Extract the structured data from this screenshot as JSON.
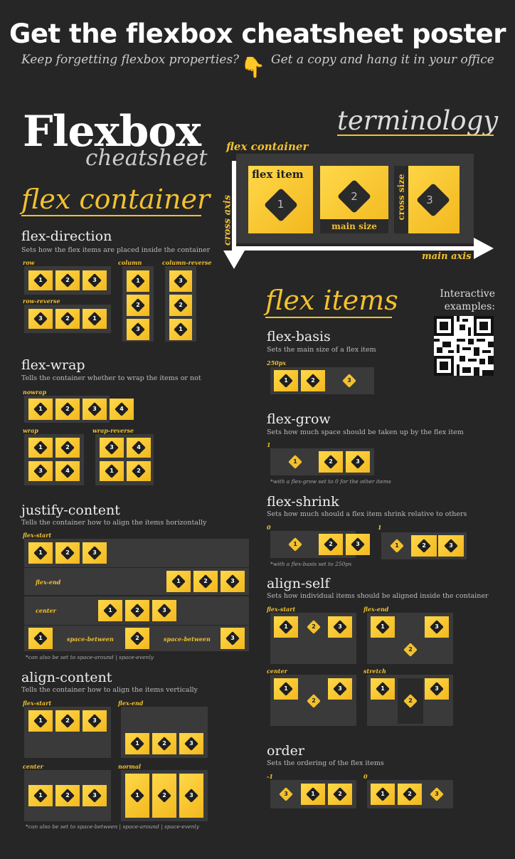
{
  "header": {
    "title": "Get the flexbox cheatsheet poster",
    "subtitle_left": "Keep forgetting flexbox properties?",
    "subtitle_right": "Get a copy and hang it in your office",
    "pointer_icon": "pointing-hand-icon"
  },
  "brand": {
    "title": "Flexbox",
    "subtitle": "cheatsheet"
  },
  "terminology": {
    "heading": "terminology",
    "flex_container": "flex container",
    "flex_item": "flex item",
    "main_size": "main size",
    "cross_size": "cross size",
    "cross_axis": "cross axis",
    "main_axis": "main axis",
    "items": [
      "1",
      "2",
      "3"
    ]
  },
  "flex_container": {
    "heading": "flex container",
    "direction": {
      "title": "flex-direction",
      "desc": "Sets how the flex items are placed inside the container",
      "labels": {
        "row": "row",
        "column": "column",
        "column_reverse": "column-reverse",
        "row_reverse": "row-reverse"
      }
    },
    "wrap": {
      "title": "flex-wrap",
      "desc": "Tells the container whether to wrap the items or not",
      "labels": {
        "nowrap": "nowrap",
        "wrap": "wrap",
        "wrap_reverse": "wrap-reverse"
      }
    },
    "justify": {
      "title": "justify-content",
      "desc": "Tells the container how to align the items horizontally",
      "labels": {
        "flex_start": "flex-start",
        "flex_end": "flex-end",
        "center": "center",
        "space_between": "space-between"
      },
      "note": "*can also be set to space-around | space-evenly"
    },
    "align_content": {
      "title": "align-content",
      "desc": "Tells the container how to align the items vertically",
      "labels": {
        "flex_start": "flex-start",
        "flex_end": "flex-end",
        "center": "center",
        "normal": "normal"
      },
      "note": "*can also be set to space-between | space-around | space-evenly"
    }
  },
  "flex_items": {
    "heading": "flex items",
    "interactive": "Interactive examples:",
    "basis": {
      "title": "flex-basis",
      "desc": "Sets the main size of a flex item",
      "label": "250px"
    },
    "grow": {
      "title": "flex-grow",
      "desc": "Sets how much space should be taken up by the flex item",
      "label": "1",
      "note": "*with a flex-grow set to 0 for the other items"
    },
    "shrink": {
      "title": "flex-shrink",
      "desc": "Sets how much should a flex item shrink relative to others",
      "label0": "0",
      "label1": "1",
      "note": "*with a flex-basis set to 250px"
    },
    "align_self": {
      "title": "align-self",
      "desc": "Sets how individual items should be aligned inside the container",
      "labels": {
        "flex_start": "flex-start",
        "flex_end": "flex-end",
        "center": "center",
        "stretch": "stretch"
      }
    },
    "order": {
      "title": "order",
      "desc": "Sets the ordering of the flex items",
      "label_a": "-1",
      "label_b": "0"
    }
  },
  "colors": {
    "accent": "#f2c12e",
    "background": "#262626",
    "panel": "#3a3a3a"
  }
}
